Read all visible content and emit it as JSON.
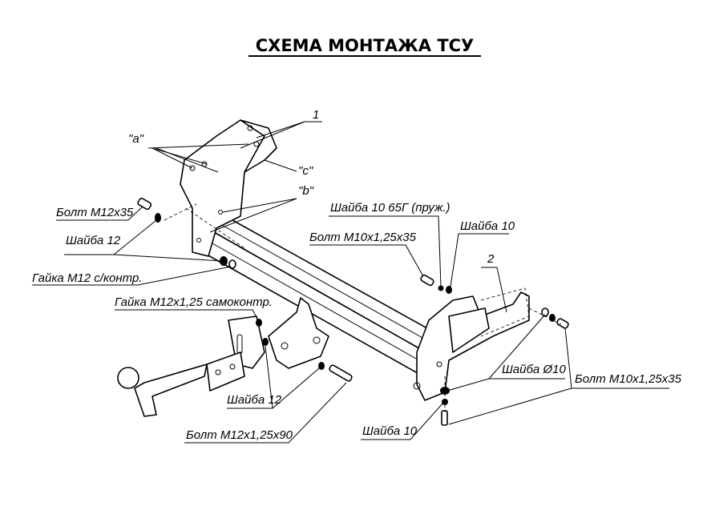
{
  "title": "СХЕМА МОНТАЖА ТСУ",
  "callouts": {
    "part_1": "1",
    "part_2": "2",
    "point_a": "\"а\"",
    "point_b": "\"b\"",
    "point_c": "\"с\""
  },
  "labels": {
    "bolt_m12x35": "Болт М12х35",
    "washer_12_top": "Шайба 12",
    "nut_m12": "Гайка М12 с/контр.",
    "nut_m12x125": "Гайка М12х1,25 самоконтр.",
    "washer_10_65g": "Шайба 10 65Г (пруж.)",
    "washer_10_top": "Шайба 10",
    "bolt_m10_top": "Болт М10х1,25х35",
    "washer_d10": "Шайба Ø10",
    "bolt_m10_right": "Болт М10х1,25х35",
    "washer_12_bottom": "Шайба 12",
    "washer_10_bottom": "Шайба 10",
    "bolt_m12x90": "Болт М12х1,25х90"
  }
}
